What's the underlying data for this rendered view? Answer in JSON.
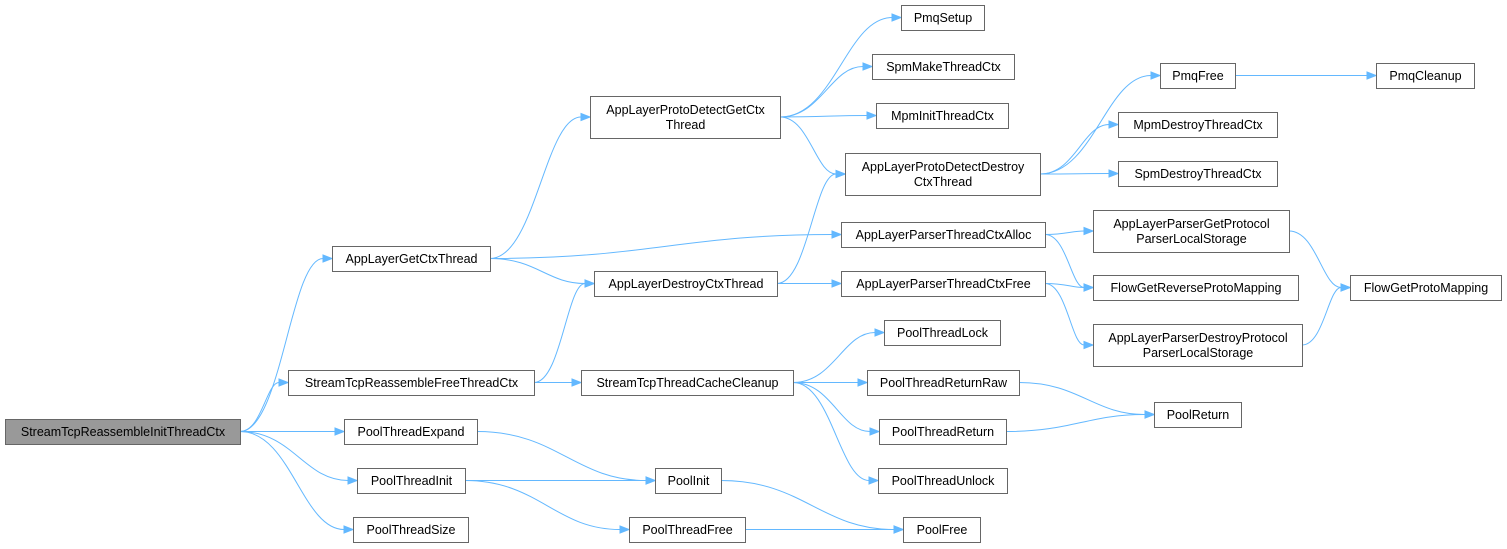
{
  "graph": {
    "nodes": [
      {
        "id": "root",
        "lines": [
          "StreamTcpReassembleInitThreadCtx"
        ],
        "root": true
      },
      {
        "id": "appGetCtx",
        "lines": [
          "AppLayerGetCtxThread"
        ]
      },
      {
        "id": "freeThreadCtx",
        "lines": [
          "StreamTcpReassembleFreeThreadCtx"
        ]
      },
      {
        "id": "poolExpand",
        "lines": [
          "PoolThreadExpand"
        ]
      },
      {
        "id": "poolThreadInit",
        "lines": [
          "PoolThreadInit"
        ]
      },
      {
        "id": "poolThreadSize",
        "lines": [
          "PoolThreadSize"
        ]
      },
      {
        "id": "protoDetectGet",
        "lines": [
          "AppLayerProtoDetectGetCtx",
          "Thread"
        ]
      },
      {
        "id": "destroyCtx",
        "lines": [
          "AppLayerDestroyCtxThread"
        ]
      },
      {
        "id": "cacheCleanup",
        "lines": [
          "StreamTcpThreadCacheCleanup"
        ]
      },
      {
        "id": "poolInit",
        "lines": [
          "PoolInit"
        ]
      },
      {
        "id": "poolThreadFree",
        "lines": [
          "PoolThreadFree"
        ]
      },
      {
        "id": "pmqSetup",
        "lines": [
          "PmqSetup"
        ]
      },
      {
        "id": "spmMake",
        "lines": [
          "SpmMakeThreadCtx"
        ]
      },
      {
        "id": "mpmInit",
        "lines": [
          "MpmInitThreadCtx"
        ]
      },
      {
        "id": "protoDetectDestroy",
        "lines": [
          "AppLayerProtoDetectDestroy",
          "CtxThread"
        ]
      },
      {
        "id": "parserAlloc",
        "lines": [
          "AppLayerParserThreadCtxAlloc"
        ]
      },
      {
        "id": "parserFree",
        "lines": [
          "AppLayerParserThreadCtxFree"
        ]
      },
      {
        "id": "poolLock",
        "lines": [
          "PoolThreadLock"
        ]
      },
      {
        "id": "poolReturnRaw",
        "lines": [
          "PoolThreadReturnRaw"
        ]
      },
      {
        "id": "poolThreadReturn",
        "lines": [
          "PoolThreadReturn"
        ]
      },
      {
        "id": "poolUnlock",
        "lines": [
          "PoolThreadUnlock"
        ]
      },
      {
        "id": "poolFree",
        "lines": [
          "PoolFree"
        ]
      },
      {
        "id": "pmqFree",
        "lines": [
          "PmqFree"
        ]
      },
      {
        "id": "mpmDestroy",
        "lines": [
          "MpmDestroyThreadCtx"
        ]
      },
      {
        "id": "spmDestroy",
        "lines": [
          "SpmDestroyThreadCtx"
        ]
      },
      {
        "id": "getLocalStorage",
        "lines": [
          "AppLayerParserGetProtocol",
          "ParserLocalStorage"
        ]
      },
      {
        "id": "flowGetRev",
        "lines": [
          "FlowGetReverseProtoMapping"
        ]
      },
      {
        "id": "destroyLocalStorage",
        "lines": [
          "AppLayerParserDestroyProtocol",
          "ParserLocalStorage"
        ]
      },
      {
        "id": "poolReturn",
        "lines": [
          "PoolReturn"
        ]
      },
      {
        "id": "pmqCleanup",
        "lines": [
          "PmqCleanup"
        ]
      },
      {
        "id": "flowGetProto",
        "lines": [
          "FlowGetProtoMapping"
        ]
      }
    ],
    "edges": [
      [
        "root",
        "appGetCtx"
      ],
      [
        "root",
        "freeThreadCtx"
      ],
      [
        "root",
        "poolExpand"
      ],
      [
        "root",
        "poolThreadInit"
      ],
      [
        "root",
        "poolThreadSize"
      ],
      [
        "appGetCtx",
        "protoDetectGet"
      ],
      [
        "appGetCtx",
        "parserAlloc"
      ],
      [
        "appGetCtx",
        "destroyCtx"
      ],
      [
        "freeThreadCtx",
        "destroyCtx"
      ],
      [
        "freeThreadCtx",
        "cacheCleanup"
      ],
      [
        "poolExpand",
        "poolInit"
      ],
      [
        "poolThreadInit",
        "poolInit"
      ],
      [
        "poolThreadInit",
        "poolThreadFree"
      ],
      [
        "protoDetectGet",
        "pmqSetup"
      ],
      [
        "protoDetectGet",
        "spmMake"
      ],
      [
        "protoDetectGet",
        "mpmInit"
      ],
      [
        "protoDetectGet",
        "protoDetectDestroy"
      ],
      [
        "destroyCtx",
        "protoDetectDestroy"
      ],
      [
        "destroyCtx",
        "parserFree"
      ],
      [
        "cacheCleanup",
        "poolLock"
      ],
      [
        "cacheCleanup",
        "poolReturnRaw"
      ],
      [
        "cacheCleanup",
        "poolThreadReturn"
      ],
      [
        "cacheCleanup",
        "poolUnlock"
      ],
      [
        "poolInit",
        "poolFree"
      ],
      [
        "poolThreadFree",
        "poolFree"
      ],
      [
        "protoDetectDestroy",
        "pmqFree"
      ],
      [
        "protoDetectDestroy",
        "mpmDestroy"
      ],
      [
        "protoDetectDestroy",
        "spmDestroy"
      ],
      [
        "parserAlloc",
        "getLocalStorage"
      ],
      [
        "parserAlloc",
        "flowGetRev"
      ],
      [
        "parserFree",
        "flowGetRev"
      ],
      [
        "parserFree",
        "destroyLocalStorage"
      ],
      [
        "poolReturnRaw",
        "poolReturn"
      ],
      [
        "poolThreadReturn",
        "poolReturn"
      ],
      [
        "pmqFree",
        "pmqCleanup"
      ],
      [
        "getLocalStorage",
        "flowGetProto"
      ],
      [
        "destroyLocalStorage",
        "flowGetProto"
      ]
    ]
  },
  "colors": {
    "edge": "#63b8ff",
    "node_border": "#666666",
    "node_fill": "#ffffff",
    "root_fill": "#999999",
    "text": "#000000"
  }
}
